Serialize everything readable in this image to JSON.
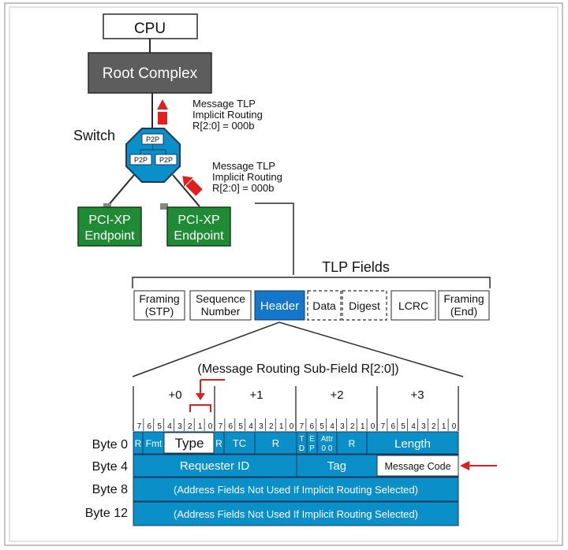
{
  "colors": {
    "blue": "#0a8fc8",
    "header_blue": "#1477c9",
    "gray_box": "#5d5d5d",
    "green": "#1f8c35",
    "red": "#e0201e",
    "line": "#2a2a2a"
  },
  "topology": {
    "cpu": "CPU",
    "root_complex": "Root Complex",
    "switch_label": "Switch",
    "p2p_top": "P2P",
    "p2p_left": "P2P",
    "p2p_right": "P2P",
    "endpoint_left": {
      "line1": "PCI-XP",
      "line2": "Endpoint"
    },
    "endpoint_right": {
      "line1": "PCI-XP",
      "line2": "Endpoint"
    },
    "annotation_upper": [
      "Message TLP",
      "Implicit Routing",
      "R[2:0] = 000b"
    ],
    "annotation_lower": [
      "Message TLP",
      "Implicit Routing",
      "R[2:0] = 000b"
    ]
  },
  "tlp_fields": {
    "title": "TLP Fields",
    "framing_start": [
      "Framing",
      "(STP)"
    ],
    "sequence": [
      "Sequence",
      "Number"
    ],
    "header": "Header",
    "data": "Data",
    "digest": "Digest",
    "lcrc": "LCRC",
    "framing_end": [
      "Framing",
      "(End)"
    ]
  },
  "header_layout": {
    "subtitle": "(Message Routing Sub-Field R[2:0])",
    "byte_offsets": [
      "+0",
      "+1",
      "+2",
      "+3"
    ],
    "bit_labels": [
      "7",
      "6",
      "5",
      "4",
      "3",
      "2",
      "1",
      "0"
    ],
    "row_labels": [
      "Byte 0",
      "Byte 4",
      "Byte 8",
      "Byte 12"
    ],
    "row0": {
      "r1": "R",
      "fmt": "Fmt",
      "type": "Type",
      "r2": "R",
      "tc": "TC",
      "r3": "R",
      "td": [
        "T",
        "D"
      ],
      "ep": [
        "E",
        "P"
      ],
      "attr": [
        "Attr",
        "0 0"
      ],
      "r4": "R",
      "length": "Length"
    },
    "row1": {
      "requester_id": "Requester ID",
      "tag": "Tag",
      "message_code": "Message Code"
    },
    "row2": "(Address Fields Not Used If Implicit Routing Selected)",
    "row3": "(Address Fields Not Used If Implicit Routing Selected)"
  }
}
